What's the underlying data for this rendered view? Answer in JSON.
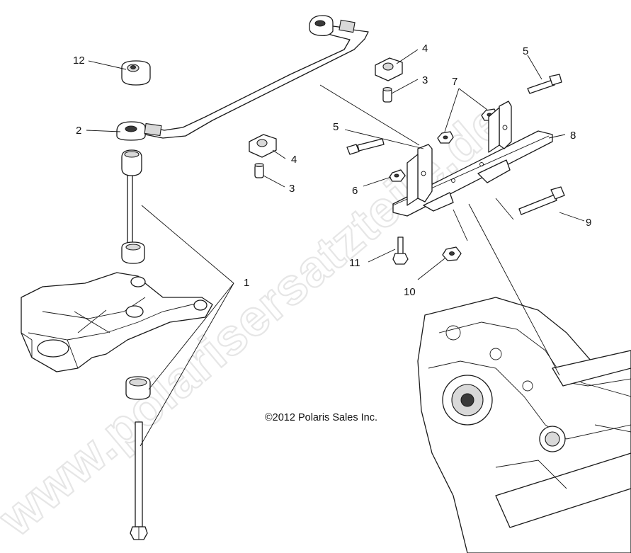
{
  "watermark": "www.polarisersatzteile.de",
  "copyright": "©2012 Polaris Sales Inc.",
  "callouts": [
    "1",
    "2",
    "3",
    "3",
    "4",
    "4",
    "5",
    "5",
    "6",
    "7",
    "8",
    "9",
    "10",
    "11",
    "12"
  ]
}
